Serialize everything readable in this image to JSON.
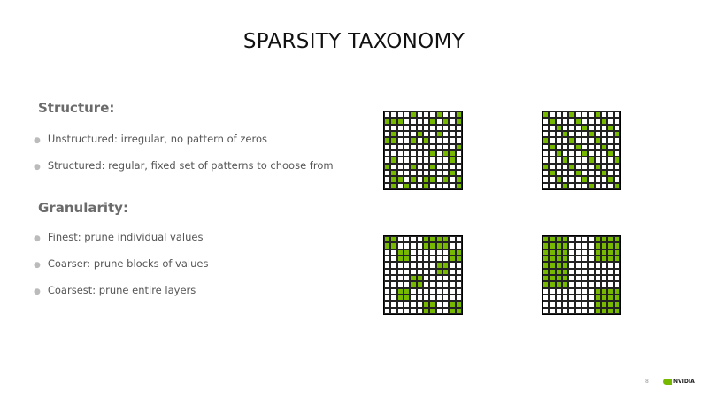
{
  "title": "SPARSITY TAXONOMY",
  "sections": [
    {
      "heading": "Structure:",
      "bullets": [
        "Unstructured: irregular, no pattern of zeros",
        "Structured: regular, fixed set of patterns to choose from"
      ]
    },
    {
      "heading": "Granularity:",
      "bullets": [
        "Finest: prune individual values",
        "Coarser: prune blocks of values",
        "Coarsest: prune entire layers"
      ]
    }
  ],
  "accent_color": "#76b900",
  "grids": [
    [
      "000010001001",
      "111000010101",
      "000000000000",
      "010001001000",
      "110010100000",
      "000000000001",
      "000000010110",
      "010000000010",
      "100010010000",
      "010000000010",
      "011010110101",
      "010100100001"
    ],
    [
      "100010001000",
      "010001000100",
      "001000100010",
      "000100010001",
      "100010001000",
      "010001000100",
      "001000100010",
      "000100010001",
      "100010001000",
      "010001000100",
      "001000100010",
      "000100010001"
    ],
    [
      "110000111100",
      "110000111100",
      "001100000011",
      "001100000011",
      "000000001100",
      "000000001100",
      "000011000000",
      "000011000000",
      "001100000000",
      "001100000000",
      "000000110011",
      "000000110011"
    ],
    [
      "111100001111",
      "111100001111",
      "111100001111",
      "111100001111",
      "111100000000",
      "111100000000",
      "111100000000",
      "111100000000",
      "000000001111",
      "000000001111",
      "000000001111",
      "000000001111"
    ]
  ],
  "footer": {
    "page_number": "8",
    "logo_text": "NVIDIA"
  }
}
